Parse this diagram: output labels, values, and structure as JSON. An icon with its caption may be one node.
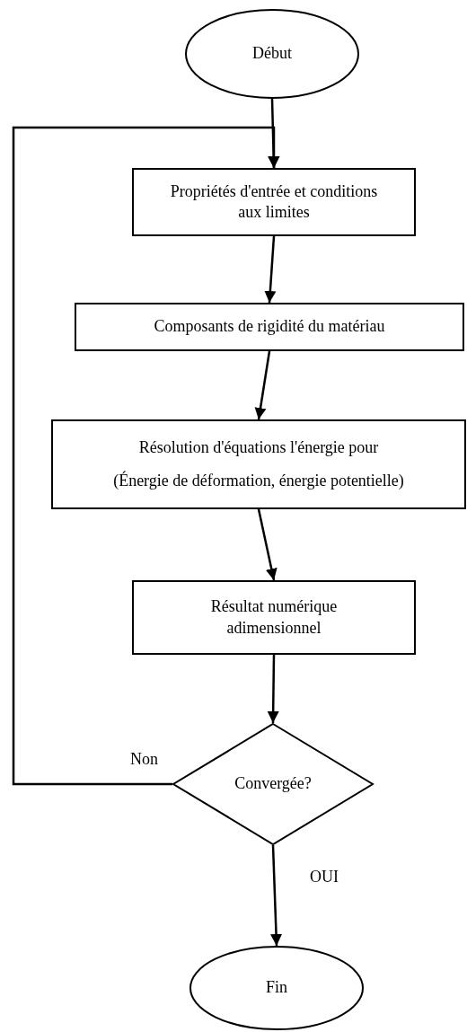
{
  "diagram": {
    "nodes": [
      {
        "text": [
          "Début"
        ]
      },
      {
        "text": [
          "Propriétés d'entrée et conditions aux limites"
        ]
      },
      {
        "text": [
          "Composants de rigidité du matériau"
        ]
      },
      {
        "text": [
          "Résolution d'équations l'énergie pour",
          "(Énergie de déformation, énergie potentielle)"
        ]
      },
      {
        "text": [
          "Résultat numérique adimensionnel"
        ]
      },
      {
        "text": [
          "Convergée?"
        ]
      },
      {
        "text": [
          "Fin"
        ]
      }
    ],
    "edges": [
      {
        "from": 0,
        "to": 1,
        "arrow": "to"
      },
      {
        "from": 1,
        "to": 2,
        "arrow": "to"
      },
      {
        "from": 2,
        "to": 3,
        "arrow": "to"
      },
      {
        "from": 3,
        "to": 4,
        "arrow": "to"
      },
      {
        "from": 4,
        "to": 5,
        "arrow": "to"
      },
      {
        "from": 5,
        "to": 6,
        "label": "OUI",
        "arrow": "to"
      },
      {
        "from": 5,
        "to": 1,
        "label": "Non",
        "arrow": "to"
      }
    ]
  }
}
